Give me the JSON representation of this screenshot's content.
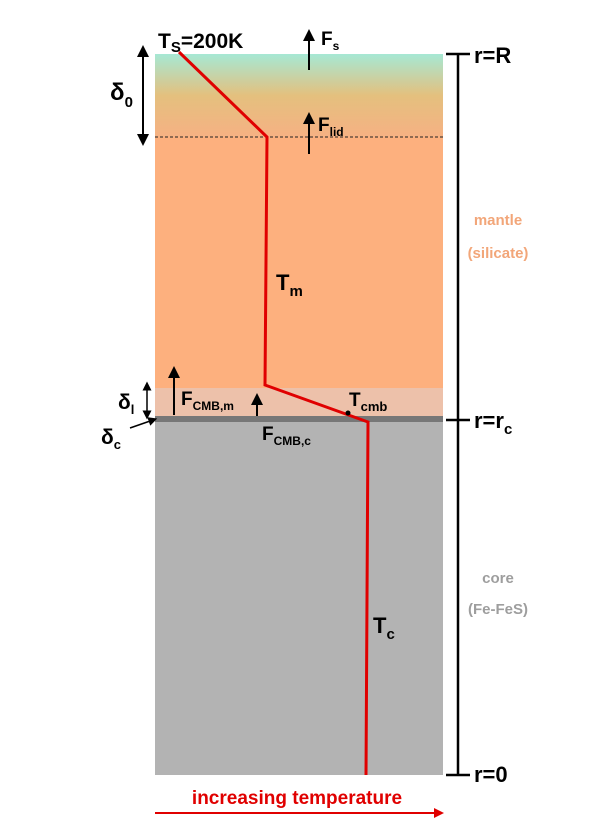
{
  "labels": {
    "surface_temp": "T",
    "surface_temp_sub": "S",
    "surface_temp_value": "=200K",
    "flux_surface": "F",
    "flux_surface_sub": "s",
    "flux_lid": "F",
    "flux_lid_sub": "lid",
    "lid_thickness": "δ",
    "lid_thickness_sub": "0",
    "mantle_temp": "T",
    "mantle_temp_sub": "m",
    "upper_boundary_layer": "δ",
    "upper_boundary_layer_sub": "l",
    "core_boundary_layer": "δ",
    "core_boundary_layer_sub": "c",
    "flux_cmb_mantle": "F",
    "flux_cmb_mantle_sub": "CMB,m",
    "flux_cmb_core": "F",
    "flux_cmb_core_sub": "CMB,c",
    "cmb_temp": "T",
    "cmb_temp_sub": "cmb",
    "core_temp": "T",
    "core_temp_sub": "c"
  },
  "radius_axis": {
    "top": "r=R",
    "middle": "r=r",
    "middle_sub": "c",
    "bottom": "r=0"
  },
  "regions": {
    "mantle_name": "mantle",
    "mantle_material": "(silicate)",
    "core_name": "core",
    "core_material": "(Fe-FeS)"
  },
  "footer": {
    "temperature_arrow_label": "increasing temperature"
  },
  "colors": {
    "lid_top": "#a6e8d4",
    "lid_mid": "#e4c07e",
    "lid_bottom": "#f6b183",
    "mantle": "#fdb07e",
    "cmb_layer": "#edc1aa",
    "core_interface": "#777777",
    "core": "#b3b3b3",
    "temperature_profile": "#e00000",
    "mantle_text": "#f2a679",
    "core_text": "#9e9e9e",
    "footer_text": "#e00000"
  }
}
